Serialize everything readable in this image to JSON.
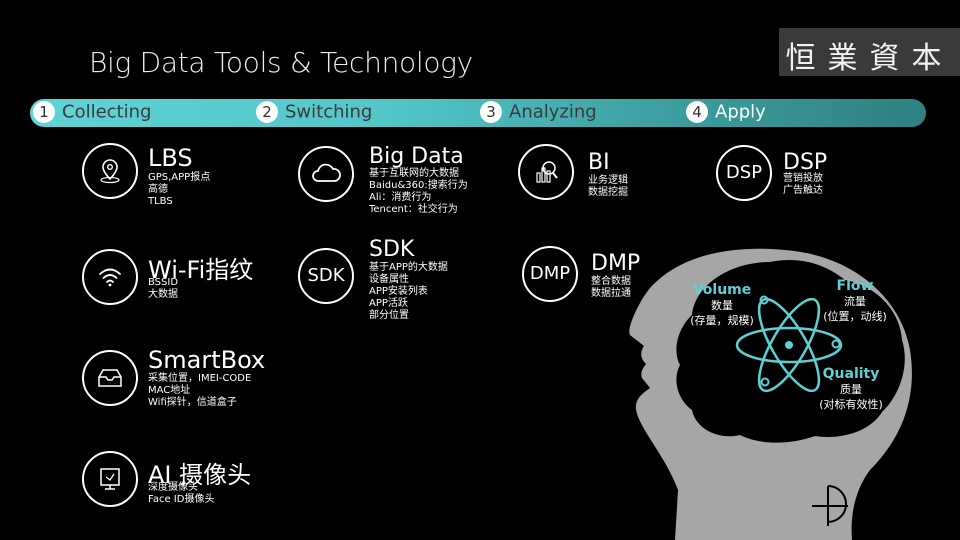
{
  "title": "Big Data Tools & Technology",
  "brand": "恒業資本",
  "stages": [
    {
      "num": "1",
      "label": "Collecting"
    },
    {
      "num": "2",
      "label": "Switching"
    },
    {
      "num": "3",
      "label": "Analyzing"
    },
    {
      "num": "4",
      "label": "Apply"
    }
  ],
  "collecting": [
    {
      "icon": "location-pin-icon",
      "title": "LBS",
      "lines": [
        "GPS,APP报点",
        "高德",
        "TLBS"
      ]
    },
    {
      "icon": "wifi-icon",
      "title": "Wi-Fi指纹",
      "lines": [
        "BSSID",
        "大数据"
      ]
    },
    {
      "icon": "inbox-tray-icon",
      "title": "SmartBox",
      "lines": [
        "采集位置，IMEI-CODE",
        "MAC地址",
        "Wifi探针，信道盒子"
      ]
    },
    {
      "icon": "camera-icon",
      "title": "AI 摄像头",
      "lines": [
        "深度摄像头",
        "Face ID摄像头"
      ]
    }
  ],
  "switching": [
    {
      "icon": "cloud-icon",
      "title": "Big Data",
      "lines": [
        "基于互联网的大数据",
        "Baidu&360:搜索行为",
        "Ali：消费行为",
        "Tencent：社交行为"
      ]
    },
    {
      "icon_text": "SDK",
      "title": "SDK",
      "lines": [
        "基于APP的大数据",
        "设备属性",
        "APP安装列表",
        "APP活跃",
        "部分位置"
      ]
    }
  ],
  "analyzing": [
    {
      "icon": "bar-chart-magnifier-icon",
      "title": "BI",
      "lines": [
        "业务逻辑",
        "数据挖掘"
      ]
    },
    {
      "icon_text": "DMP",
      "title": "DMP",
      "lines": [
        "整合数据",
        "数据拉通"
      ]
    }
  ],
  "apply": [
    {
      "icon_text": "DSP",
      "title": "DSP",
      "lines": [
        "营销投放",
        "广告触达"
      ]
    }
  ],
  "brain": {
    "volume": {
      "title": "Volume",
      "sub1": "数量",
      "sub2": "(存量，规模)"
    },
    "flow": {
      "title": "Flow",
      "sub1": "流量",
      "sub2": "(位置，动线)"
    },
    "quality": {
      "title": "Quality",
      "sub1": "质量",
      "sub2": "(对标有效性)"
    }
  },
  "colors": {
    "accent": "#5ecfd2",
    "bar_dark": "#2f8082",
    "head": "#a6a6a6"
  }
}
